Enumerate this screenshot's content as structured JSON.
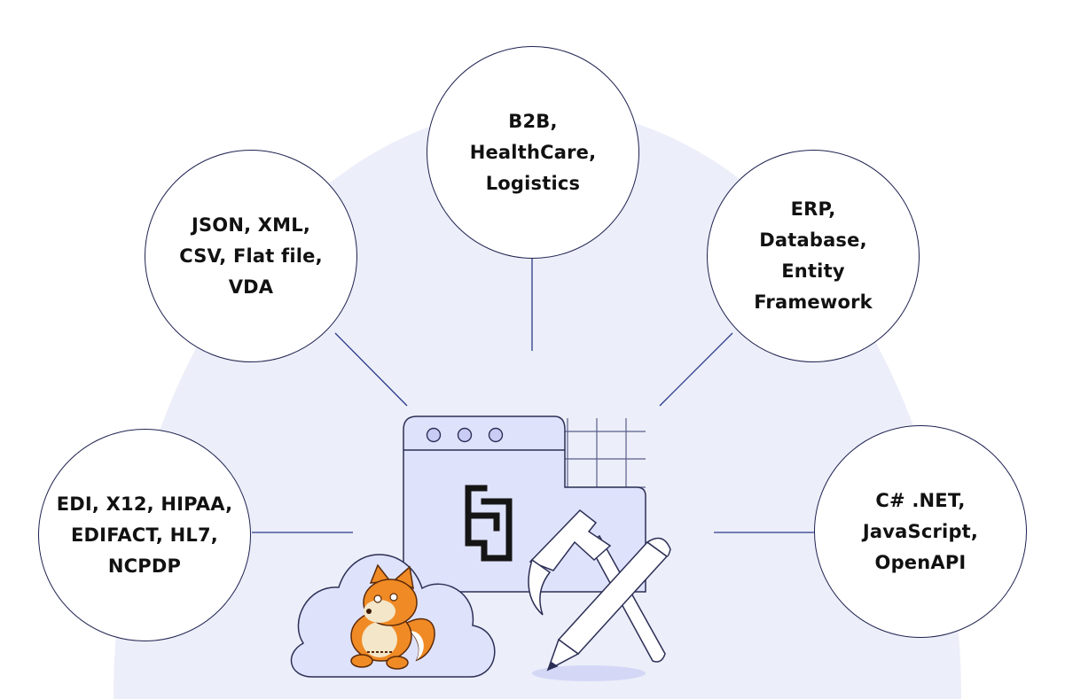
{
  "colors": {
    "background_arc": "#eceef9",
    "line": "#2b3a8a",
    "window_fill": "#dfe2fb",
    "window_stroke": "#2c2f55",
    "fox_orange": "#f08a24",
    "fox_cream": "#f3e6c9"
  },
  "bubbles": {
    "top": "B2B,\nHealthCare,\nLogistics",
    "left_upper": "JSON, XML,\nCSV, Flat file,\nVDA",
    "right_upper": "ERP,\nDatabase,\nEntity\nFramework",
    "left": "EDI, X12, HIPAA,\nEDIFACT, HL7,\nNCPDP",
    "right": "C# .NET,\nJavaScript,\nOpenAPI"
  },
  "icons": {
    "logo": "ef-logo-icon",
    "hammer": "hammer-icon",
    "pencil": "pencil-icon",
    "cloud": "cloud-icon",
    "mascot": "fox-mascot-icon",
    "window": "app-window-icon",
    "grid": "grid-icon"
  }
}
